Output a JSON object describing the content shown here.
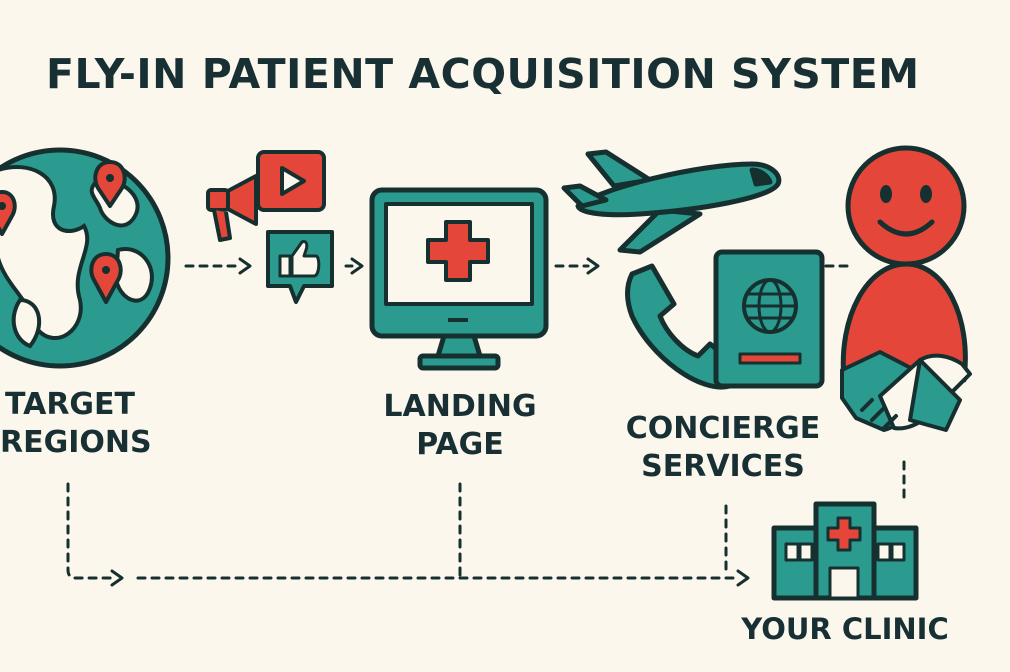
{
  "title": "FLY-IN PATIENT ACQUISITION SYSTEM",
  "nodes": {
    "target_regions": {
      "line1": "TARGET",
      "line2": "REGIONS"
    },
    "landing_page": {
      "line1": "LANDING",
      "line2": "PAGE"
    },
    "concierge": {
      "line1": "CONCIERGE",
      "line2": "SERVICES"
    },
    "clinic": {
      "label": "YOUR CLINIC"
    }
  },
  "icons": [
    "globe-icon",
    "map-pin-icon",
    "megaphone-icon",
    "video-play-icon",
    "thumbs-up-icon",
    "monitor-icon",
    "medical-cross-icon",
    "airplane-icon",
    "phone-icon",
    "passport-icon",
    "smiley-person-icon",
    "handshake-icon",
    "hospital-icon"
  ],
  "colors": {
    "teal": "#2b9a8f",
    "red": "#e4473a",
    "outline": "#16302f",
    "background": "#fbf7ec"
  }
}
